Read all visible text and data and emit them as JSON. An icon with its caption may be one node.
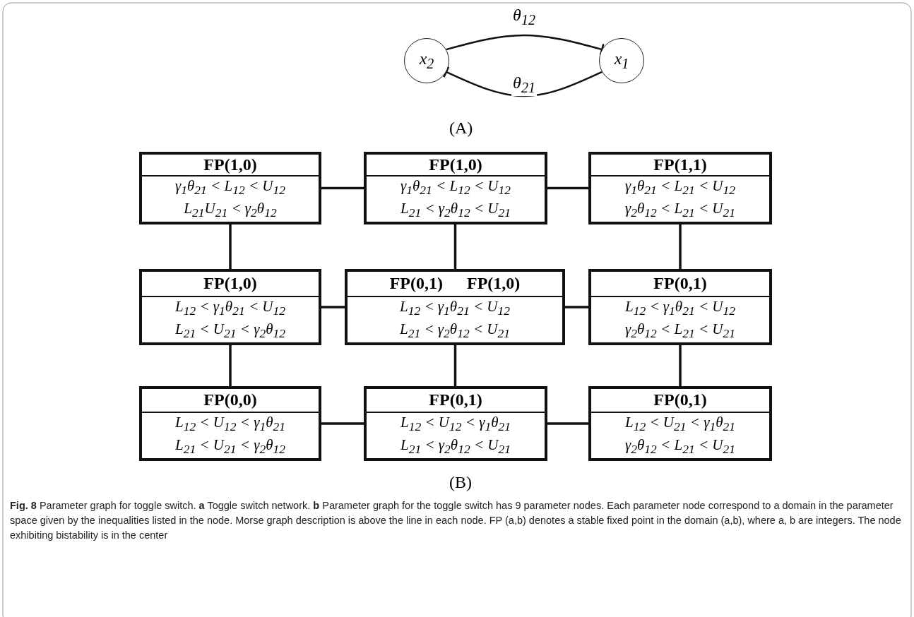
{
  "diagram": {
    "caption": "**Fig. 8** Parameter graph for toggle switch. **a** Toggle switch network. **b** Parameter graph for the toggle switch has 9 parameter nodes. Each parameter node correspond to a domain in the parameter space given by the inequalities listed in the node. Morse graph description is above the line in each node. FP (a,b) denotes a stable fixed point in the domain (a,b), where a, b are integers. The node exhibiting bistability is in the center",
    "nodes": [
      {
        "text": [
          "x$_{2}$"
        ]
      },
      {
        "text": [
          "x$_{1}$"
        ]
      },
      {
        "text": [
          "FP(1,0)",
          "γ$_{1}$θ$_{21}$ < L$_{12}$ < U$_{12}$",
          "L$_{21}$U$_{21}$ < γ$_{2}$θ$_{12}$"
        ]
      },
      {
        "text": [
          "FP(1,0)",
          "γ$_{1}$θ$_{21}$ < L$_{12}$ < U$_{12}$",
          "L$_{21}$ < γ$_{2}$θ$_{12}$ < U$_{21}$"
        ]
      },
      {
        "text": [
          "FP(1,1)",
          "γ$_{1}$θ$_{21}$ < L$_{21}$ < U$_{12}$",
          "γ$_{2}$θ$_{12}$ < L$_{21}$ < U$_{21}$"
        ]
      },
      {
        "text": [
          "FP(1,0)",
          "L$_{12}$ < γ$_{1}$θ$_{21}$ < U$_{12}$",
          "L$_{21}$ < U$_{21}$ < γ$_{2}$θ$_{12}$"
        ]
      },
      {
        "text": [
          "FP(0,1)",
          "FP(1,0)",
          "L$_{12}$ < γ$_{1}$θ$_{21}$ < U$_{12}$",
          "L$_{21}$ < γ$_{2}$θ$_{12}$ < U$_{21}$"
        ]
      },
      {
        "text": [
          "FP(0,1)",
          "L$_{12}$ < γ$_{1}$θ$_{21}$ < U$_{12}$",
          "γ$_{2}$θ$_{12}$ < L$_{21}$ < U$_{21}$"
        ]
      },
      {
        "text": [
          "FP(0,0)",
          "L$_{12}$ < U$_{12}$ < γ$_{1}$θ$_{21}$",
          "L$_{21}$ < U$_{21}$ < γ$_{2}$θ$_{12}$"
        ]
      },
      {
        "text": [
          "FP(0,1)",
          "L$_{12}$ < U$_{12}$ < γ$_{1}$θ$_{21}$",
          "L$_{21}$ < γ$_{2}$θ$_{12}$ < U$_{21}$"
        ]
      },
      {
        "text": [
          "FP(0,1)",
          "L$_{12}$ < U$_{21}$ < γ$_{1}$θ$_{21}$",
          "γ$_{2}$θ$_{12}$ < L$_{21}$ < U$_{21}$"
        ]
      }
    ],
    "edges": [
      {
        "from": 0,
        "to": 1,
        "arrow": "other",
        "label": "θ$_{12}$"
      },
      {
        "from": 1,
        "to": 0,
        "arrow": "other",
        "label": "θ$_{21}$"
      },
      {
        "from": 2,
        "to": 3,
        "arrow": "none"
      },
      {
        "from": 3,
        "to": 4,
        "arrow": "none"
      },
      {
        "from": 2,
        "to": 5,
        "arrow": "none"
      },
      {
        "from": 3,
        "to": 6,
        "arrow": "none"
      },
      {
        "from": 4,
        "to": 7,
        "arrow": "none"
      },
      {
        "from": 5,
        "to": 6,
        "arrow": "none"
      },
      {
        "from": 6,
        "to": 7,
        "arrow": "none"
      },
      {
        "from": 5,
        "to": 8,
        "arrow": "none"
      },
      {
        "from": 6,
        "to": 9,
        "arrow": "none"
      },
      {
        "from": 7,
        "to": 10,
        "arrow": "none"
      },
      {
        "from": 8,
        "to": 9,
        "arrow": "none"
      },
      {
        "from": 9,
        "to": 10,
        "arrow": "none"
      }
    ],
    "labels": [
      "(A)",
      "(B)"
    ]
  }
}
